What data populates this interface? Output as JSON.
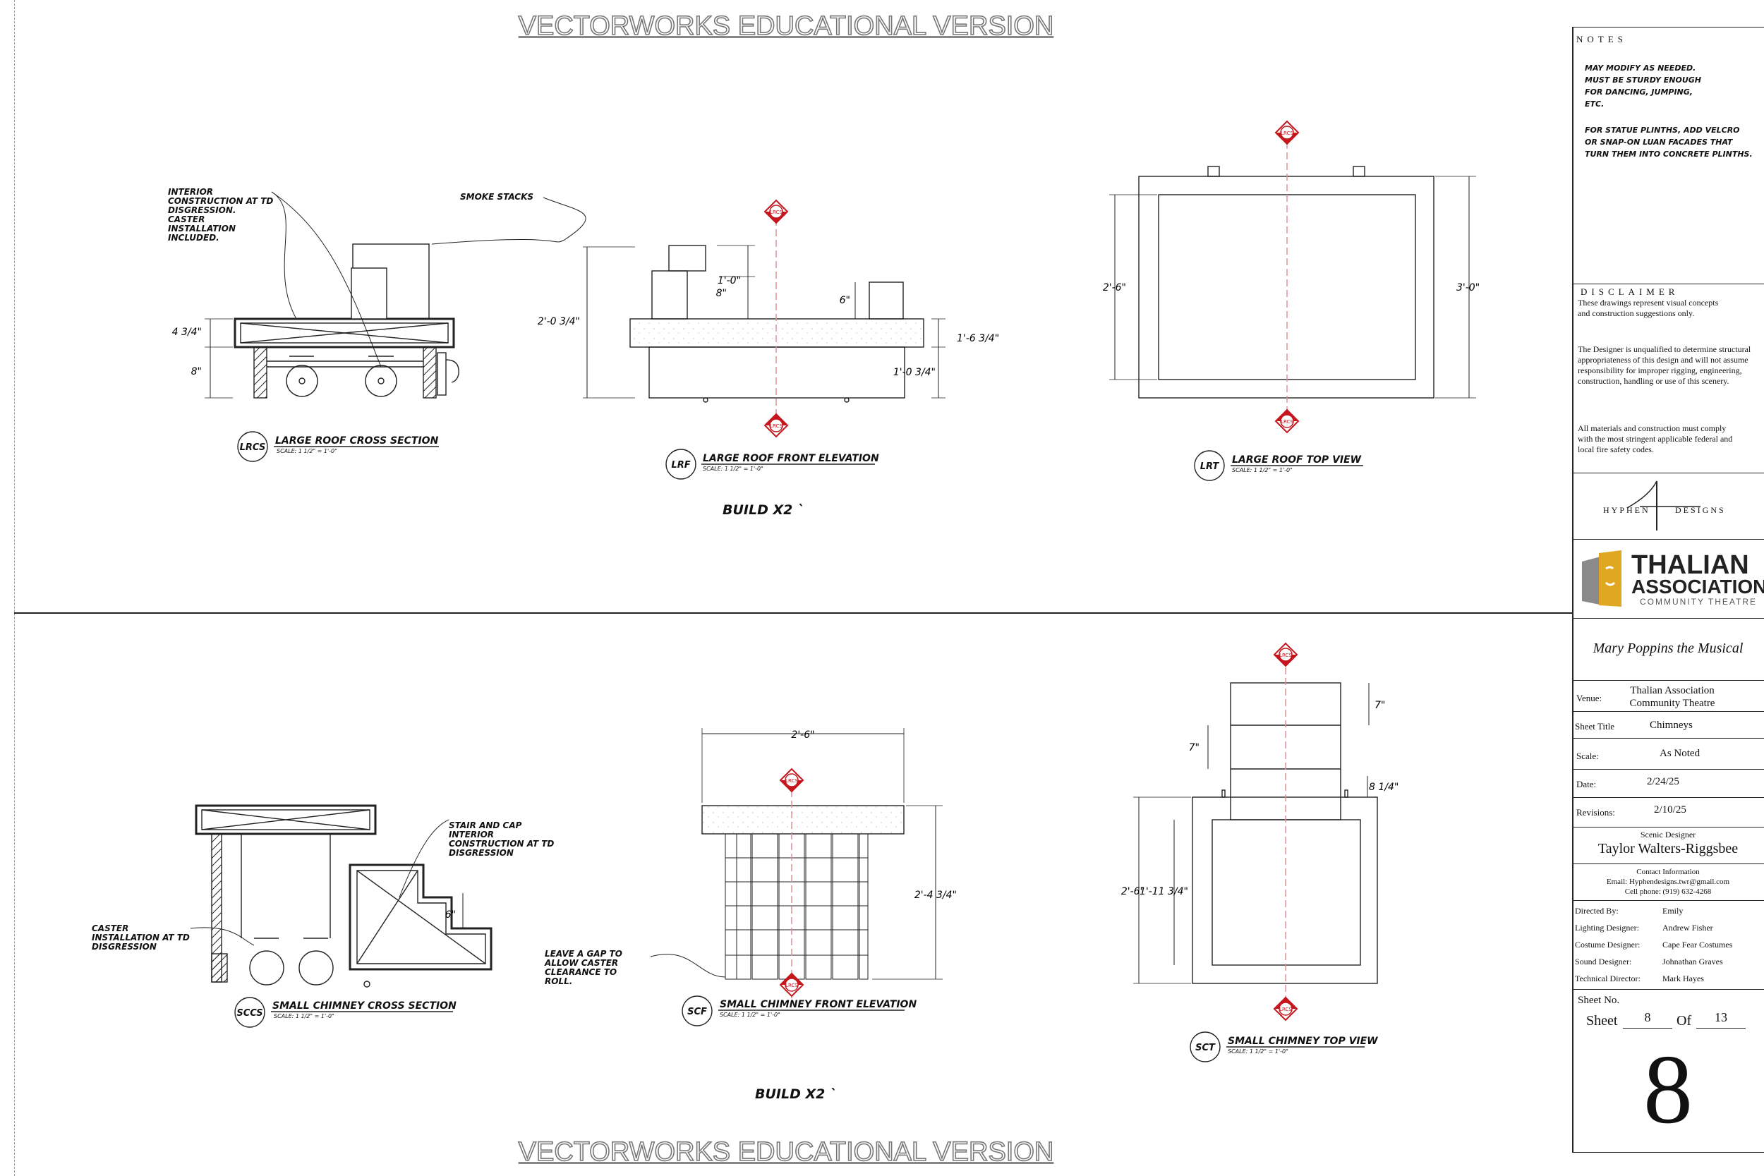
{
  "watermark": "VECTORWORKS EDUCATIONAL VERSION",
  "notes": {
    "heading": "NOTES",
    "paragraph_1": "MAY MODIFY AS NEEDED. MUST BE STURDY ENOUGH FOR DANCING, JUMPING, ETC.",
    "paragraph_2": "FOR STATUE PLINTHS, ADD VELCRO OR SNAP-ON LUAN FACADES THAT TURN THEM INTO CONCRETE PLINTHS."
  },
  "disclaimer": {
    "heading": "DISCLAIMER",
    "paragraph_1": "These drawings represent visual concepts and construction suggestions only.",
    "paragraph_2": "The Designer is unqualified to determine structural appropriateness of this design and will not assume responsibility for improper rigging, engineering, construction, handling or use of this scenery.",
    "paragraph_3": "All materials and construction must comply with the most stringent applicable federal and local fire safety codes."
  },
  "hyphen_logo": {
    "left": "HYPHEN",
    "right": "DESIGNS"
  },
  "thalian_logo": {
    "line1": "THALIAN",
    "line2": "ASSOCIATION",
    "line3": "COMMUNITY THEATRE"
  },
  "title_block": {
    "show_title": "Mary Poppins the Musical",
    "venue_label": "Venue:",
    "venue_value": "Thalian Association Community Theatre",
    "sheet_title_label": "Sheet Title",
    "sheet_title_value": "Chimneys",
    "scale_label": "Scale:",
    "scale_value": "As Noted",
    "date_label": "Date:",
    "date_value": "2/24/25",
    "revisions_label": "Revisions:",
    "revisions_value": "2/10/25",
    "scenic_designer_label": "Scenic Designer",
    "scenic_designer_name": "Taylor Walters-Riggsbee",
    "contact_label": "Contact Information",
    "contact_email": "Email: Hyphendesigns.twr@gmail.com",
    "contact_phone": "Cell phone: (919) 632-4268",
    "crew": [
      {
        "role": "Directed By:",
        "name": "Emily"
      },
      {
        "role": "Lighting Designer:",
        "name": "Andrew Fisher"
      },
      {
        "role": "Costume Designer:",
        "name": "Cape Fear Costumes"
      },
      {
        "role": "Sound Designer:",
        "name": "Johnathan Graves"
      },
      {
        "role": "Technical Director:",
        "name": "Mark Hayes"
      }
    ],
    "sheet_no_label": "Sheet No.",
    "sheet_word": "Sheet",
    "sheet_number": "8",
    "of_word": "Of",
    "sheet_total": "13",
    "big_number": "8"
  },
  "views": {
    "lrc": {
      "tag": "LRCS",
      "title": "LARGE ROOF CROSS SECTION",
      "scale": "SCALE: 1 1/2\" = 1'-0\""
    },
    "lrf": {
      "tag": "LRF",
      "title": "LARGE ROOF FRONT ELEVATION",
      "scale": "SCALE: 1 1/2\" = 1'-0\""
    },
    "lrt": {
      "tag": "LRT",
      "title": "LARGE ROOF TOP VIEW",
      "scale": "SCALE: 1 1/2\" = 1'-0\""
    },
    "scc": {
      "tag": "SCCS",
      "title": "SMALL CHIMNEY CROSS SECTION",
      "scale": "SCALE: 1 1/2\" = 1'-0\""
    },
    "scf": {
      "tag": "SCF",
      "title": "SMALL CHIMNEY FRONT ELEVATION",
      "scale": "SCALE: 1 1/2\" = 1'-0\""
    },
    "sct": {
      "tag": "SCT",
      "title": "SMALL CHIMNEY TOP VIEW",
      "scale": "SCALE: 1 1/2\" = 1'-0\""
    }
  },
  "build_top": "BUILD X2 `",
  "build_bottom": "BUILD X2 `",
  "annotations": {
    "interior": "INTERIOR CONSTRUCTION AT TD DISGRESSION. CASTER INSTALLATION INCLUDED.",
    "smoke_stacks": "SMOKE STACKS",
    "stair_cap": "STAIR AND CAP INTERIOR CONSTRUCTION AT TD DISGRESSION",
    "caster": "CASTER INSTALLATION AT TD DISGRESSION",
    "gap": "LEAVE A GAP TO ALLOW CASTER CLEARANCE TO ROLL."
  },
  "dimensions": {
    "lrc_top": "4 3/4\"",
    "lrc_bottom": "8\"",
    "lrf_total": "2'-0 3/4\"",
    "lrf_stack_tall": "1'-0\"",
    "lrf_stack_mid": "8\"",
    "lrf_stack_small": "6\"",
    "lrf_right_total": "1'-6 3/4\"",
    "lrf_right_base": "1'-0 3/4\"",
    "lrt_left": "2'-6\"",
    "lrt_right": "3'-0\"",
    "scf_width": "2'-6\"",
    "scf_height": "2'-4 3/4\"",
    "scc_step": "6\"",
    "sct_a": "7\"",
    "sct_b": "7\"",
    "sct_c": "8 1/4\"",
    "sct_left": "2'-6\"",
    "sct_inner": "1'-11 3/4\""
  },
  "section_marker": "LRCS"
}
